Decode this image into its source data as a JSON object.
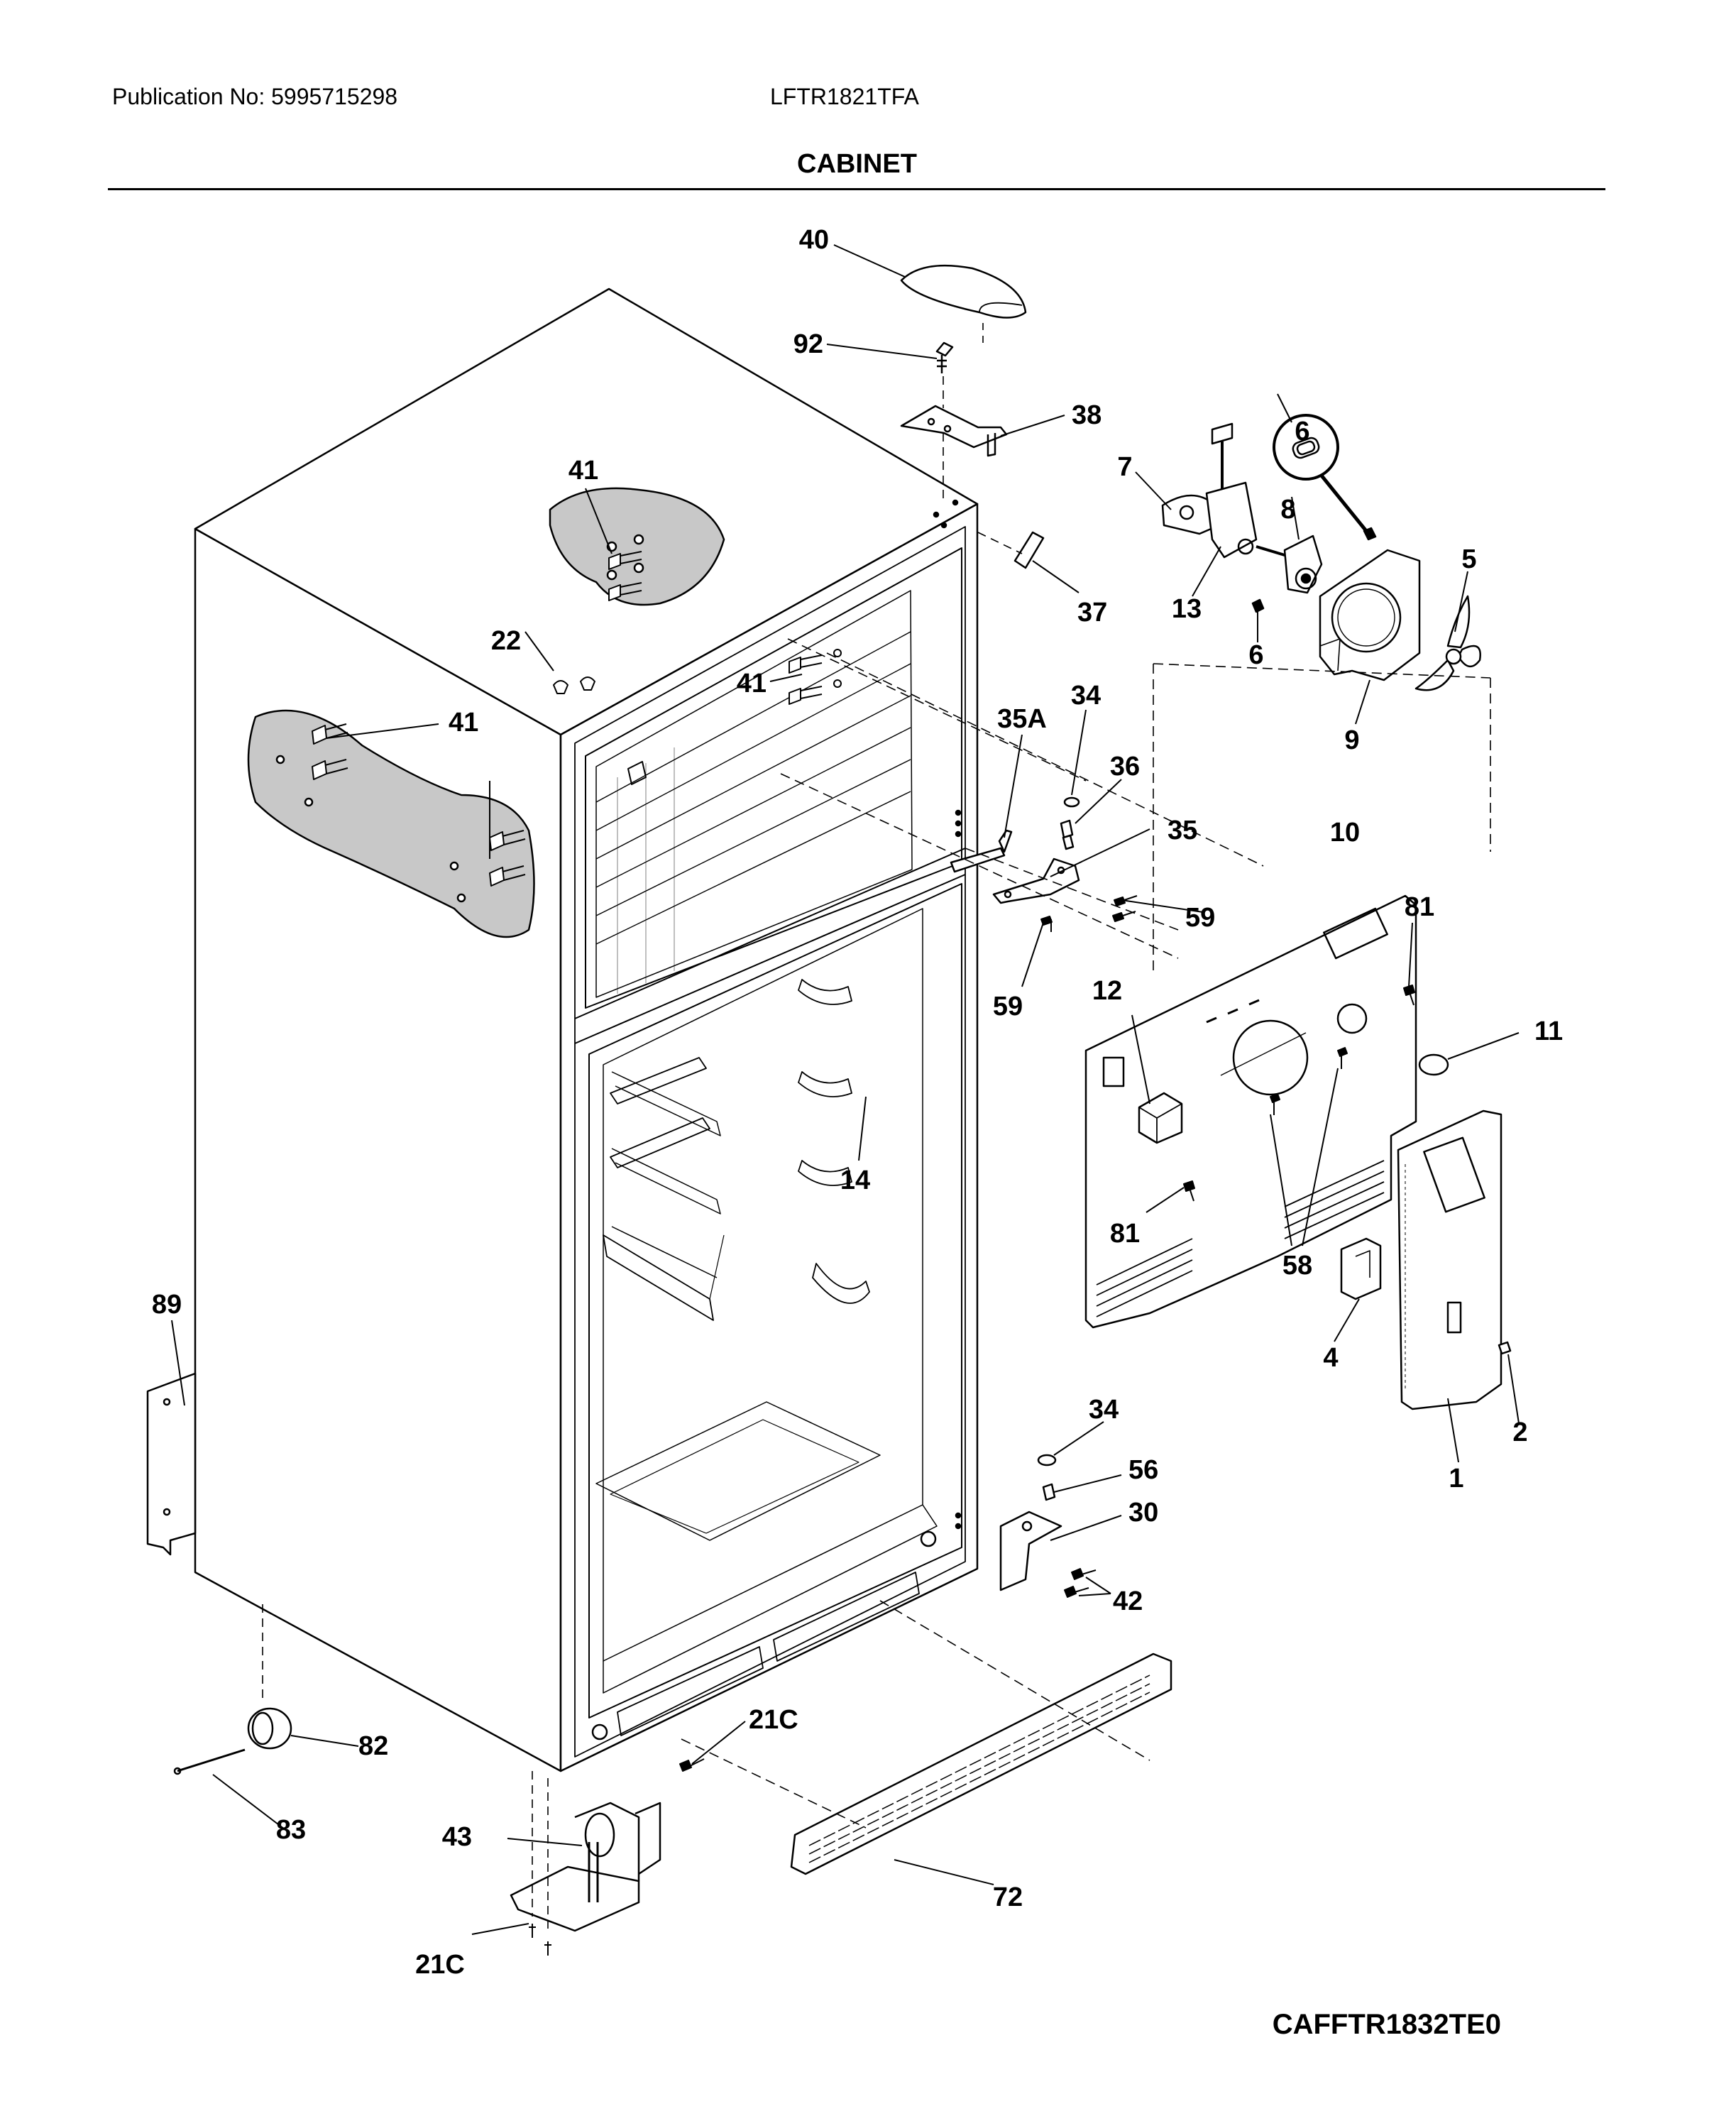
{
  "header": {
    "publication": "Publication No: 5995715298",
    "model": "LFTR1821TFA",
    "section_title": "CABINET"
  },
  "footer": {
    "diagram_code": "CAFFTR1832TE0"
  },
  "callouts": [
    {
      "id": "c40",
      "label": "40"
    },
    {
      "id": "c92",
      "label": "92"
    },
    {
      "id": "c38",
      "label": "38"
    },
    {
      "id": "c41a",
      "label": "41"
    },
    {
      "id": "c7",
      "label": "7"
    },
    {
      "id": "c6a",
      "label": "6"
    },
    {
      "id": "c8",
      "label": "8"
    },
    {
      "id": "c5",
      "label": "5"
    },
    {
      "id": "c37",
      "label": "37"
    },
    {
      "id": "c13",
      "label": "13"
    },
    {
      "id": "c6b",
      "label": "6"
    },
    {
      "id": "c22",
      "label": "22"
    },
    {
      "id": "c41b",
      "label": "41"
    },
    {
      "id": "c9",
      "label": "9"
    },
    {
      "id": "c41c",
      "label": "41"
    },
    {
      "id": "c35a",
      "label": "35A"
    },
    {
      "id": "c34a",
      "label": "34"
    },
    {
      "id": "c36",
      "label": "36"
    },
    {
      "id": "c35",
      "label": "35"
    },
    {
      "id": "c10",
      "label": "10"
    },
    {
      "id": "c81a",
      "label": "81"
    },
    {
      "id": "c59a",
      "label": "59"
    },
    {
      "id": "c59b",
      "label": "59"
    },
    {
      "id": "c12",
      "label": "12"
    },
    {
      "id": "c11",
      "label": "11"
    },
    {
      "id": "c14",
      "label": "14"
    },
    {
      "id": "c81b",
      "label": "81"
    },
    {
      "id": "c58",
      "label": "58"
    },
    {
      "id": "c89",
      "label": "89"
    },
    {
      "id": "c4",
      "label": "4"
    },
    {
      "id": "c2",
      "label": "2"
    },
    {
      "id": "c34b",
      "label": "34"
    },
    {
      "id": "c1",
      "label": "1"
    },
    {
      "id": "c56",
      "label": "56"
    },
    {
      "id": "c30",
      "label": "30"
    },
    {
      "id": "c42",
      "label": "42"
    },
    {
      "id": "c21ca",
      "label": "21C"
    },
    {
      "id": "c82",
      "label": "82"
    },
    {
      "id": "c83",
      "label": "83"
    },
    {
      "id": "c43",
      "label": "43"
    },
    {
      "id": "c72",
      "label": "72"
    },
    {
      "id": "c21cb",
      "label": "21C"
    }
  ]
}
